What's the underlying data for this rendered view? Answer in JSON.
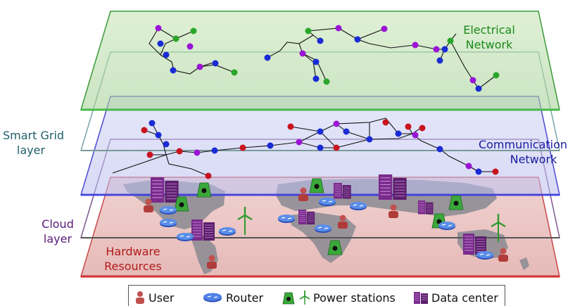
{
  "layers": {
    "electrical": {
      "line1": "Electrical",
      "line2": "Network",
      "color": "#1b8a1b",
      "fill": "#b5d9a8",
      "edge": "#5bb85b"
    },
    "communication": {
      "line1": "Communication",
      "line2": "Network",
      "color": "#1a1a9e",
      "fill": "#c5c8ef",
      "edge": "#5a5ad8"
    },
    "smart_grid": {
      "line1": "Smart Grid",
      "line2": "layer",
      "color": "#1f5f6a"
    },
    "cloud": {
      "line1": "Cloud",
      "line2": "layer",
      "color": "#5a1a7a"
    },
    "hardware": {
      "line1": "Hardware",
      "line2": "Resources",
      "color": "#b01c1c",
      "fill": "#ecc6c4",
      "edge": "#d04848"
    }
  },
  "legend": {
    "user": "User",
    "router": "Router",
    "power": "Power stations",
    "datacenter": "Data center"
  },
  "colors": {
    "node_purple": "#9b14d6",
    "node_green": "#2aa62a",
    "node_blue": "#1a2bd6",
    "node_red": "#c8141e",
    "datacenter": "#7a2a8c",
    "user": "#c0504d",
    "router": "#3a6fd8",
    "power": "#2e9a2e"
  }
}
